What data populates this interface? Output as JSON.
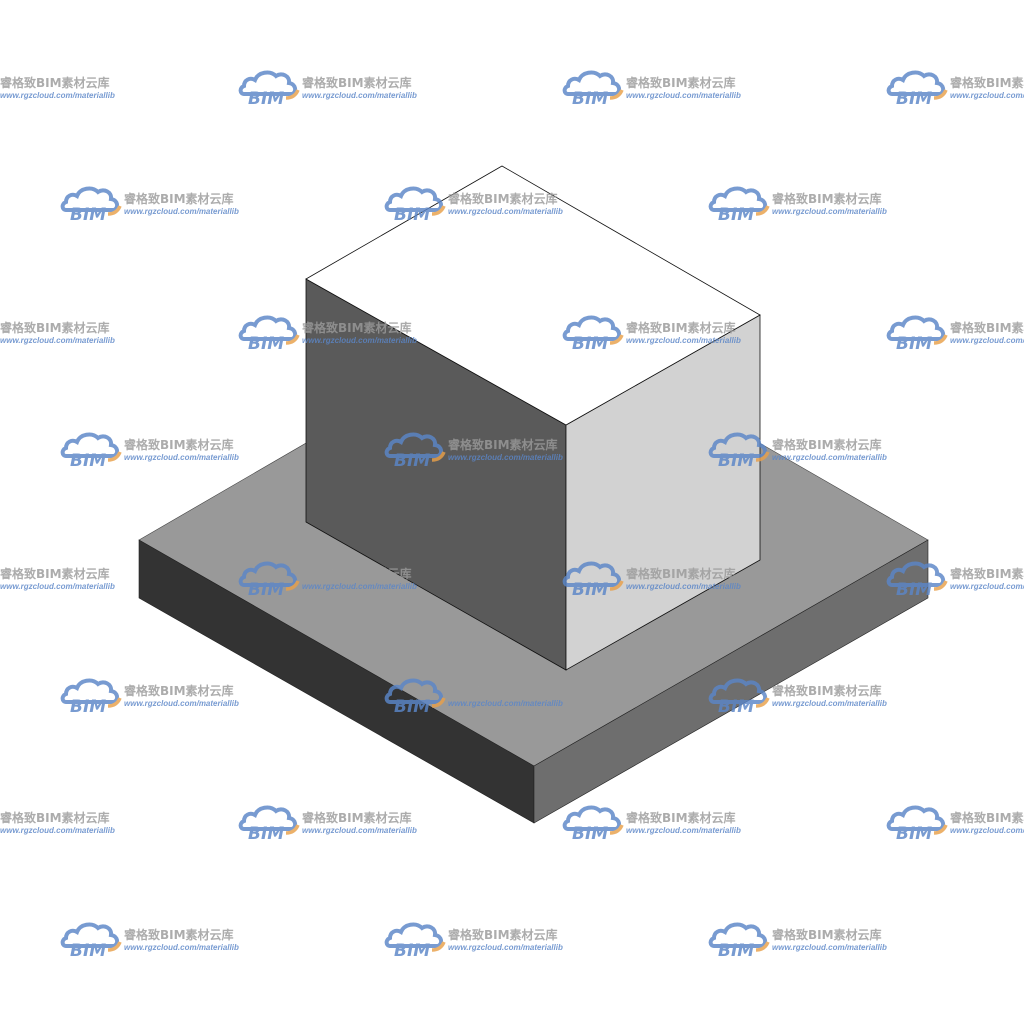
{
  "scene": {
    "description_free": true,
    "colors": {
      "background": "#ffffff",
      "block_top": "#ffffff",
      "block_left": "#5a5a5a",
      "block_right": "#d2d2d2",
      "base_top": "#999999",
      "base_left": "#333333",
      "base_right": "#6e6e6e",
      "edge": "#000000"
    }
  },
  "watermark": {
    "logo_text": "BIM",
    "title": "睿格致BIM素材云库",
    "url": "www.rgzcloud.com/materiallib",
    "logo_blue": "#5b86c8",
    "logo_orange": "#e8a04a",
    "text_gray": "#9a9a9a"
  }
}
